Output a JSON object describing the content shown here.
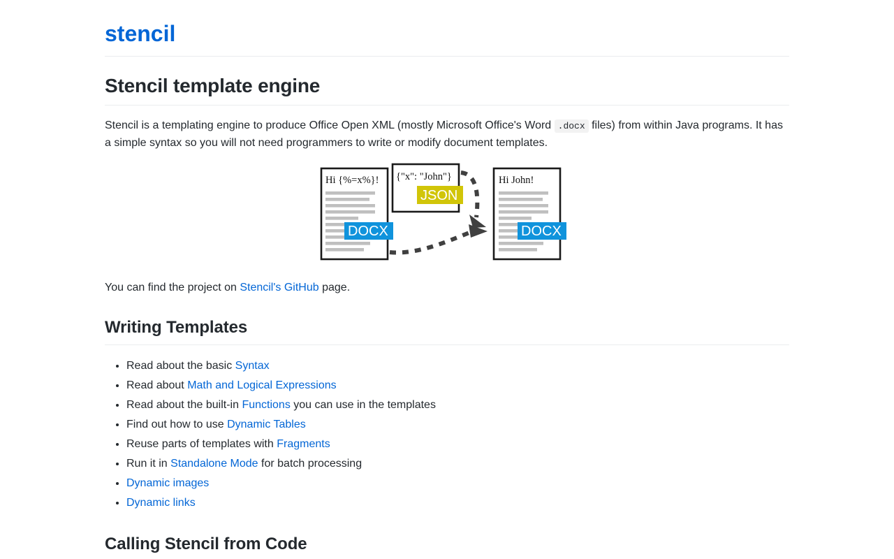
{
  "site": {
    "title": "stencil"
  },
  "main_heading": "Stencil template engine",
  "intro": {
    "part1": "Stencil is a templating engine to produce Office Open XML (mostly Microsoft Office's Word ",
    "code": ".docx",
    "part2": " files) from within Java programs. It has a simple syntax so you will not need programmers to write or modify document templates."
  },
  "diagram": {
    "template_doc_text": "Hi {%=x%}!",
    "template_doc_badge": "DOCX",
    "json_box_text": "{\"x\": \"John\"}",
    "json_badge": "JSON",
    "result_doc_text": "Hi John!",
    "result_doc_badge": "DOCX",
    "colors": {
      "docx_badge_bg": "#1093dc",
      "docx_badge_fg": "#ffffff",
      "json_badge_bg": "#d1c508",
      "json_badge_fg": "#ffffff",
      "doc_border": "#1a1a1a",
      "doc_line": "#bfbfbf",
      "arrow": "#404040"
    }
  },
  "github_line": {
    "before": "You can find the project on ",
    "link": "Stencil's GitHub",
    "after": " page."
  },
  "writing_templates": {
    "heading": "Writing Templates",
    "items": [
      {
        "before": "Read about the basic ",
        "link": "Syntax",
        "after": ""
      },
      {
        "before": "Read about ",
        "link": "Math and Logical Expressions",
        "after": ""
      },
      {
        "before": "Read about the built-in ",
        "link": "Functions",
        "after": " you can use in the templates"
      },
      {
        "before": "Find out how to use ",
        "link": "Dynamic Tables",
        "after": ""
      },
      {
        "before": "Reuse parts of templates with ",
        "link": "Fragments",
        "after": ""
      },
      {
        "before": "Run it in ",
        "link": "Standalone Mode",
        "after": " for batch processing"
      },
      {
        "before": "",
        "link": "Dynamic images",
        "after": ""
      },
      {
        "before": "",
        "link": "Dynamic links",
        "after": ""
      }
    ]
  },
  "calling_from_code": {
    "heading": "Calling Stencil from Code"
  },
  "theme": {
    "link_color": "#0366d6",
    "text_color": "#24292e",
    "rule_color": "#eaecef",
    "code_bg": "#f2f2f2"
  }
}
